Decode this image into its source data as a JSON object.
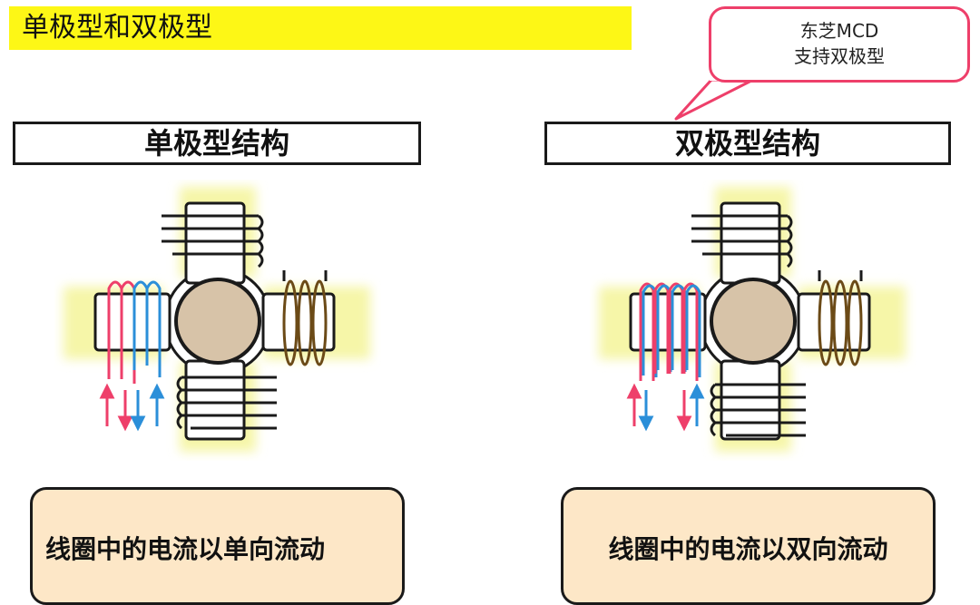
{
  "page_title": "单极型和双极型",
  "callout": {
    "line1": "东芝MCD",
    "line2": "支持双极型",
    "border_color": "#ee3f6a"
  },
  "left_panel": {
    "heading": "单极型结构",
    "description": "线圈中的电流以单向流动"
  },
  "right_panel": {
    "heading": "双极型结构",
    "description": "线圈中的电流以双向流动"
  },
  "colors": {
    "title_highlight": "#fdf716",
    "pole_glow": "#f6f6a8",
    "rotor": "#d7c3a8",
    "coil_dark": "#1a1a1a",
    "coil_brown": "#6b4a17",
    "current_red": "#ee3f6a",
    "current_blue": "#2b8fd9",
    "note_fill": "#fde7c7"
  },
  "arrows": {
    "left_panel": [
      "up-red",
      "down-red",
      "down-blue",
      "up-blue"
    ],
    "right_panel": [
      "up-red",
      "down-blue",
      "down-red",
      "up-blue"
    ]
  }
}
